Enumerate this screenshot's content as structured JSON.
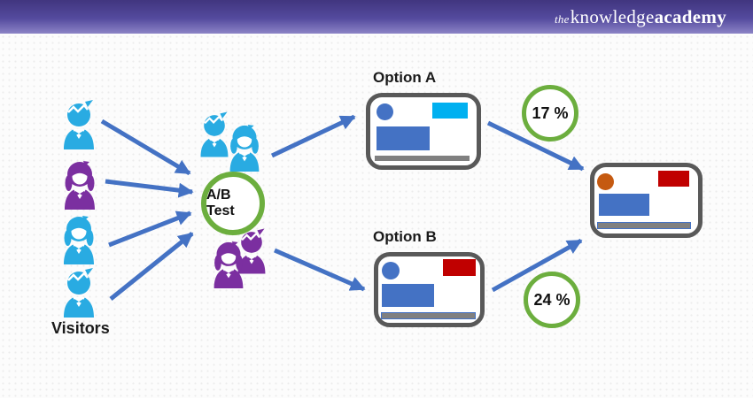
{
  "header": {
    "logo": {
      "the": "the",
      "knowledge": "knowledge",
      "academy": "academy"
    }
  },
  "diagram": {
    "visitors_label": "Visitors",
    "ab_test_label": "A/B Test",
    "options": [
      {
        "label": "Option A",
        "rate": "17 %"
      },
      {
        "label": "Option B",
        "rate": "24 %"
      }
    ]
  },
  "theme": {
    "header_top": "#41357f",
    "header_mid": "#544a9e",
    "header_bottom": "#8c84c6",
    "arrow": "#4472c4",
    "green": "#6cae3e",
    "person_blue": "#29abe2",
    "person_purple": "#7b2fa0",
    "card_border": "#595959",
    "shape_blue": "#4472c4",
    "shape_cyan": "#00b0f0",
    "shape_red": "#c00000",
    "shape_orange": "#c55a11",
    "shape_gray": "#808080"
  }
}
